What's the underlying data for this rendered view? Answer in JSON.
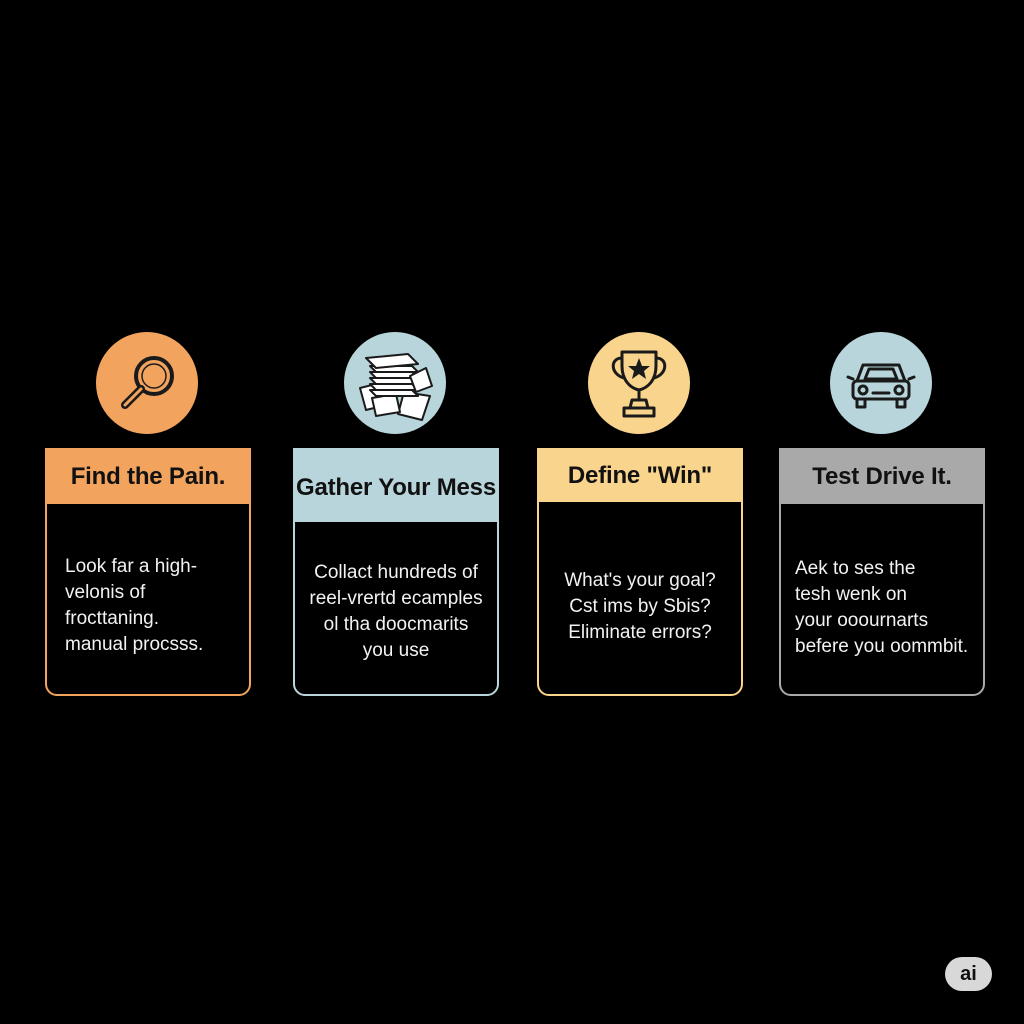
{
  "colors": {
    "background": "#000000",
    "step1": "#f2a35e",
    "step2": "#b8d5db",
    "step3": "#f9d48d",
    "step4": "#a9a9a9",
    "text_light": "#f2f2f2",
    "text_dark": "#111111"
  },
  "steps": [
    {
      "icon": "magnifying-glass-icon",
      "title": "Find the Pain.",
      "body": [
        "Look far a high-",
        "velonis of",
        "frocttaning.",
        "manual procsss."
      ]
    },
    {
      "icon": "paper-stack-icon",
      "title": "Gather Your Mess",
      "body": [
        "Collact hundreds of",
        "reel-vrertd ecamples",
        "ol tha doocmarits",
        "you use"
      ]
    },
    {
      "icon": "trophy-icon",
      "title": "Define \"Win\"",
      "body": [
        "What's your goal?",
        "Cst ims by Sbis?",
        "Eliminate errors?"
      ]
    },
    {
      "icon": "car-icon",
      "title": "Test Drive It.",
      "body": [
        "Aek to ses the",
        "tesh wenk on",
        "your ooournarts",
        "befere you oommbit."
      ]
    }
  ],
  "badge": {
    "label": "ai"
  }
}
